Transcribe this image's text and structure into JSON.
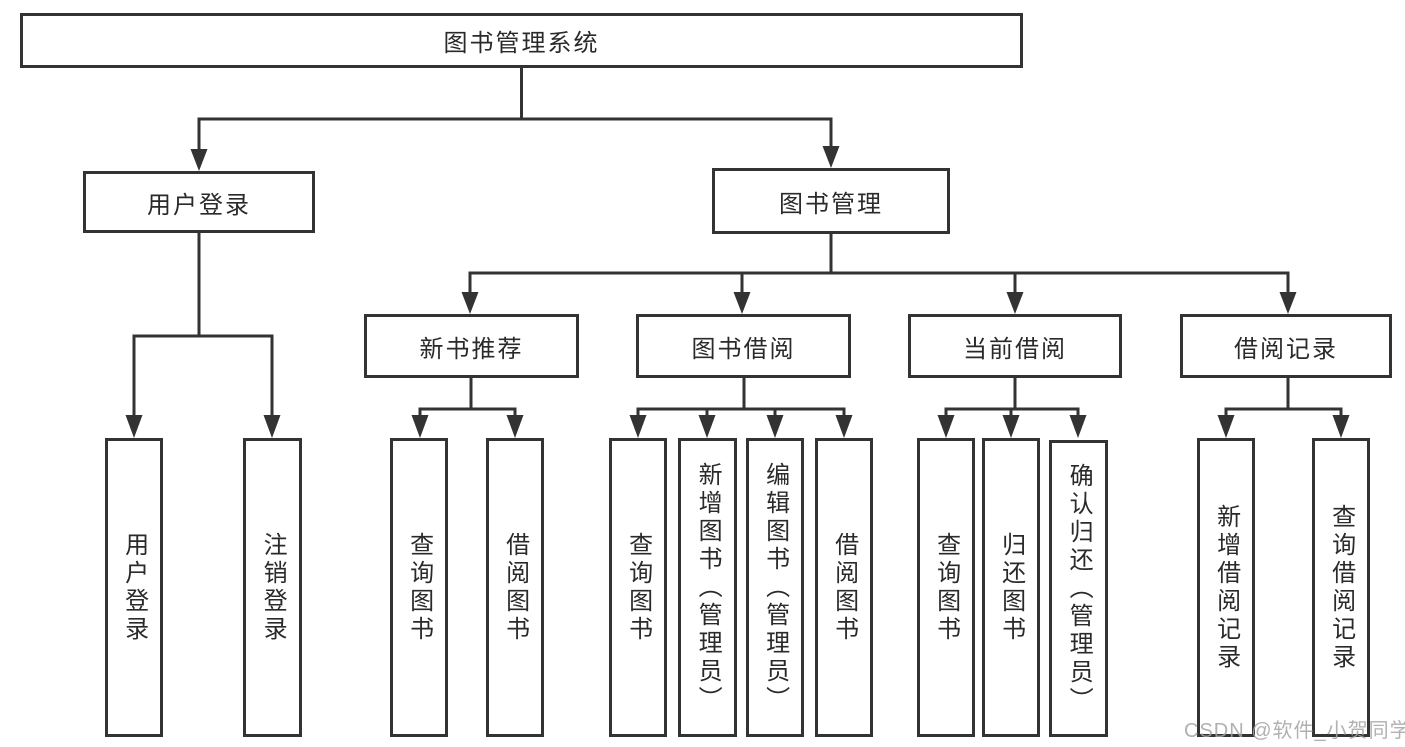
{
  "tree": {
    "root": {
      "label": "图书管理系统"
    },
    "branches": [
      {
        "label": "用户登录",
        "leaves": [
          "用户登录",
          "注销登录"
        ]
      },
      {
        "label": "图书管理",
        "sections": [
          {
            "label": "新书推荐",
            "leaves": [
              "查询图书",
              "借阅图书"
            ]
          },
          {
            "label": "图书借阅",
            "leaves": [
              "查询图书",
              "新增图书（管理员）",
              "编辑图书（管理员）",
              "借阅图书"
            ]
          },
          {
            "label": "当前借阅",
            "leaves": [
              "查询图书",
              "归还图书",
              "确认归还（管理员）"
            ]
          },
          {
            "label": "借阅记录",
            "leaves": [
              "新增借阅记录",
              "查询借阅记录"
            ]
          }
        ]
      }
    ]
  },
  "watermark": {
    "text": "CSDN @软件_小贺同学",
    "color": "#a4a2a2"
  },
  "colors": {
    "line": "#333333",
    "box_border": "#333333",
    "box_fill": "#ffffff",
    "text": "#2a2a2a",
    "background": "#ffffff"
  }
}
